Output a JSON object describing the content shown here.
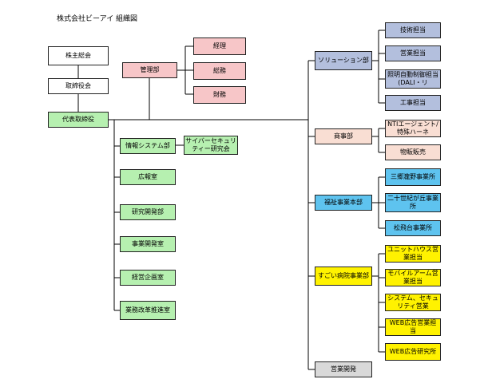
{
  "title": "株式会社ビーアイ 組織図",
  "colors": {
    "white": "#ffffff",
    "green": "#b6f0b0",
    "pink": "#f7c6c8",
    "blue_gray": "#b3bfdd",
    "peach": "#f9ded3",
    "sky": "#5ec3ef",
    "yellow": "#fff200",
    "gray": "#d9d9d9",
    "line": "#000000"
  },
  "nodes": {
    "shareholders": "株主総会",
    "board": "取締役会",
    "ceo": "代表取締役",
    "admin": "管理部",
    "accounting": "経理",
    "general_affairs": "総務",
    "finance": "財務",
    "info_systems": "情報システム部",
    "cyber_security": "サイバーセキュリティー研究会",
    "pr": "広報室",
    "rnd": "研究開発部",
    "biz_dev": "事業開発室",
    "planning": "経営企画室",
    "reform": "業務改革推進室",
    "solutions": "ソリューション部",
    "tech": "技術担当",
    "sales_rep": "営業担当",
    "lighting": "照明自動制御担当(DALI・リ",
    "construction": "工事担当",
    "commerce": "商事部",
    "nti": "NTIエージェント/特殊ハーネ",
    "sales_goods": "物販販売",
    "welfare": "福祉事業本部",
    "misato": "三郷瀧野事業所",
    "nijisseiki": "二十世紀が丘事業所",
    "matsuhidai": "松飛台事業所",
    "hospital": "すごい病院事業部",
    "unit_house": "ユニットハウス営業担当",
    "mobile_arm": "モバイルアーム営業担当",
    "system_sec": "システム、セキュリティ営業",
    "web_sales": "WEB広告営業担当",
    "web_research": "WEB広告研究所",
    "sales_dev": "営業開発"
  }
}
